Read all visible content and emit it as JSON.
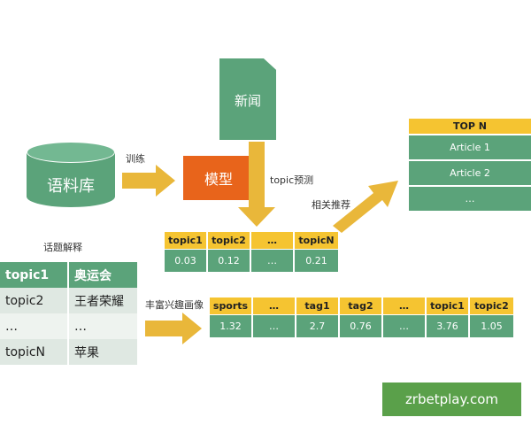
{
  "corpus": {
    "label": "语料库"
  },
  "news": {
    "label": "新闻"
  },
  "model": {
    "label": "模型"
  },
  "labels": {
    "train": "训练",
    "topic_predict": "topic预测",
    "related_recommend": "相关推荐",
    "topic_explain": "话题解释",
    "enrich_interest": "丰富兴趣画像"
  },
  "topic_vector": {
    "headers": [
      "topic1",
      "topic2",
      "…",
      "topicN"
    ],
    "values": [
      "0.03",
      "0.12",
      "…",
      "0.21"
    ]
  },
  "top_n": {
    "header": "TOP N",
    "items": [
      "Article 1",
      "Article 2",
      "…"
    ]
  },
  "topic_table": {
    "rows": [
      [
        "topic1",
        "奥运会"
      ],
      [
        "topic2",
        "王者荣耀"
      ],
      [
        "…",
        "…"
      ],
      [
        "topicN",
        "苹果"
      ]
    ]
  },
  "interest_profile": {
    "headers": [
      "sports",
      "…",
      "tag1",
      "tag2",
      "…",
      "topic1",
      "topic2"
    ],
    "values": [
      "1.32",
      "…",
      "2.7",
      "0.76",
      "…",
      "3.76",
      "1.05"
    ]
  },
  "watermark": "zrbetplay.com",
  "colors": {
    "green": "#5ba37a",
    "yellow": "#f5c431",
    "orange": "#e8641b",
    "arrow": "#e9b73a"
  }
}
